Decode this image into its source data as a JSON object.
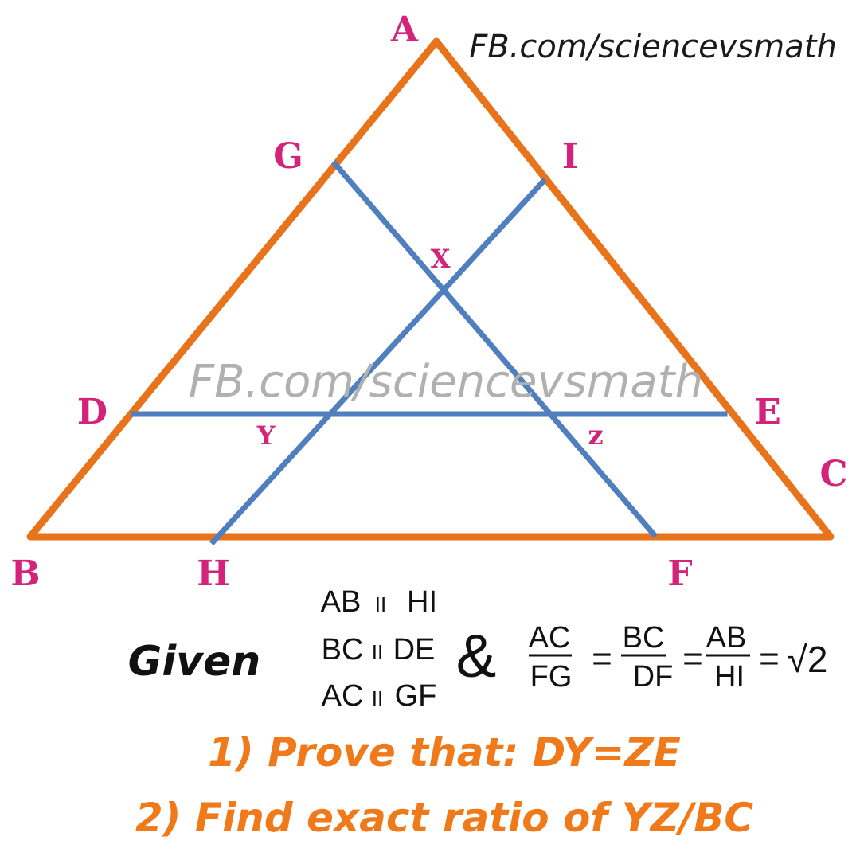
{
  "watermark": "FB.com/sciencevsmath",
  "colors": {
    "triangle": "#e8731a",
    "segments": "#4f7fbf",
    "point_labels": "#d4237a",
    "tasks": "#f07a1a"
  },
  "points": {
    "A": "A",
    "B": "B",
    "C": "C",
    "D": "D",
    "E": "E",
    "F": "F",
    "G": "G",
    "H": "H",
    "I": "I",
    "X": "X",
    "Y": "Y",
    "Z": "z"
  },
  "given": {
    "label": "Given",
    "conditions": [
      {
        "left": "AB",
        "symbol": "II",
        "right": "HI"
      },
      {
        "left": "BC",
        "symbol": "II",
        "right": "DE"
      },
      {
        "left": "AC",
        "symbol": "II",
        "right": "GF"
      }
    ],
    "ampersand": "&",
    "ratio": {
      "fractions": [
        {
          "num": "AC",
          "den": "FG"
        },
        {
          "num": "BC",
          "den": "DF"
        },
        {
          "num": "AB",
          "den": "HI"
        }
      ],
      "equals": "=",
      "value": "√2"
    }
  },
  "tasks": [
    "1) Prove that: DY=ZE",
    "2) Find exact ratio of YZ/BC"
  ]
}
